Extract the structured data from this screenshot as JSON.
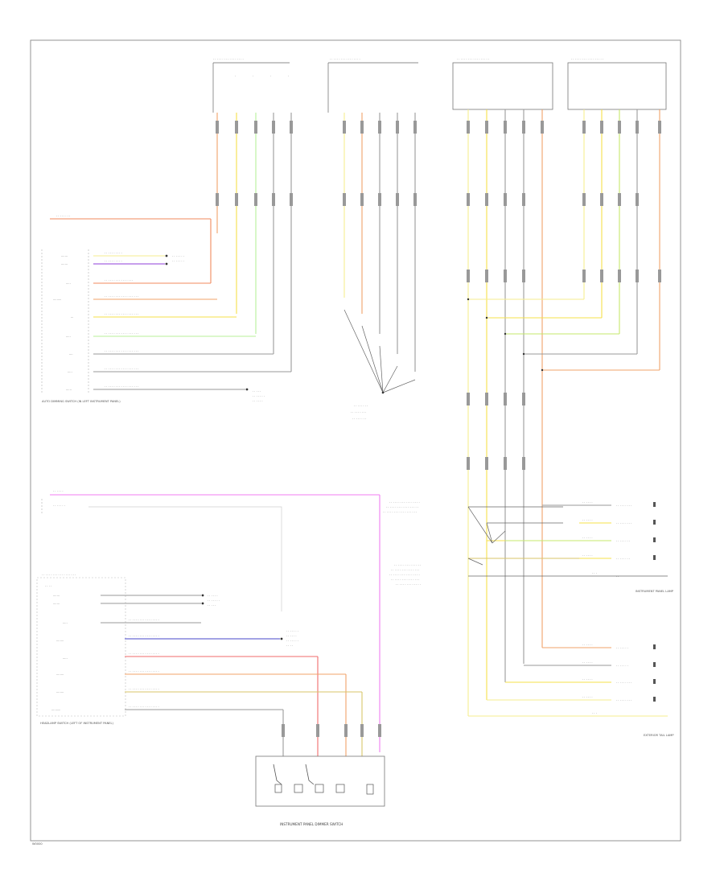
{
  "diagram": {
    "footer_code": "W0000",
    "blocks": {
      "left_top_switch": {
        "label": "AUTO DIMMING SWITCH (IN LEFT INSTRUMENT PANEL)"
      },
      "headlamp_switch": {
        "label": "HEADLAMP SWITCH (LEFT OF INSTRUMENT PANEL)"
      },
      "instrument_panel_switch": {
        "label": "INSTRUMENT PANEL DIMMER SWITCH"
      },
      "hot_at_all_times_center": {
        "label": "HOT AT ALL TIMES"
      },
      "right_top_center_label": {
        "label": "LEFT FRONT DOOR HARNESS CONNECTOR"
      },
      "right_side_top": {
        "label": "INSTRUMENT PANEL LAMP"
      },
      "right_side_bottom": {
        "label": "EXTERIOR TAIL LAMP"
      },
      "ground_dist_label": {
        "label": "GROUND DISTRIBUTION (RIGHT REAR OF ENGINE)"
      },
      "splice_top_right": {
        "label": "WIRE HARNESS SPLICE (RIGHT FRONT OF DASH)"
      },
      "splice_mid_right": {
        "label": "CONNECTOR (BEHIND RIGHT KICK PANEL)"
      }
    },
    "colors": {
      "orange": "#f08a5d",
      "yellow": "#f5e04a",
      "light_yellow": "#f6ee8f",
      "green": "#c6e86b",
      "light_green": "#b9f09a",
      "violet": "#8f3fd8",
      "magenta": "#f07ef2",
      "blue": "#4747c8",
      "red": "#f06b6b",
      "brown_orange": "#f0a36a",
      "olive": "#d8c56a",
      "gray": "#9a9a9a"
    }
  }
}
